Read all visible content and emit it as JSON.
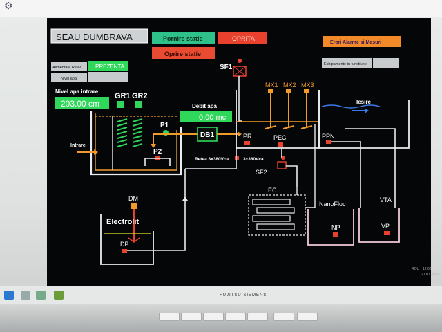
{
  "header": {
    "title": "SEAU DUMBRAVA",
    "start_button": "Pornire statie",
    "stop_station_button": "Oprire statie",
    "stop_button": "OPRITA",
    "alarms_button": "Erori Alarme si Masuri"
  },
  "status": {
    "power_label": "Alimentare Retea",
    "power_value": "PREZENTA",
    "level_label": "Nivel apa",
    "equipment_label": "Echipamente in functiune"
  },
  "inlet": {
    "label": "Nivel apa intrare",
    "value": "203.00 cm",
    "inflow_label": "Intrare"
  },
  "flow": {
    "label": "Debit apa",
    "value": "0.00 mc"
  },
  "equipment": {
    "gr1": "GR1",
    "gr2": "GR2",
    "p1": "P1",
    "p2": "P2",
    "db1": "DB1",
    "sf1": "SF1",
    "mx1": "MX1",
    "mx2": "MX2",
    "mx3": "MX3",
    "pr": "PR",
    "pec": "PEC",
    "ppn": "PPN",
    "sf2": "SF2",
    "ec": "EC",
    "dm": "DM",
    "dp": "DP",
    "electrolit": "Electrolit",
    "nanofloc": "NanoFloc",
    "np": "NP",
    "vta": "VTA",
    "vp": "VP",
    "iesire": "Iesire",
    "retea1": "Retea 3x380Vca",
    "retea2": "3x380Vca"
  },
  "system": {
    "lang": "ROU",
    "clock": "12:02",
    "date": "21.07.2020"
  },
  "monitor": {
    "brand": "FUJITSU",
    "brand2": "SIEMENS"
  },
  "colors": {
    "accent_green": "#2fd85a",
    "pipe_orange": "#f29a2a",
    "pipe_white": "#e8ecef",
    "alarm_red": "#e8412e",
    "tank_pink": "#f2c9d8"
  }
}
